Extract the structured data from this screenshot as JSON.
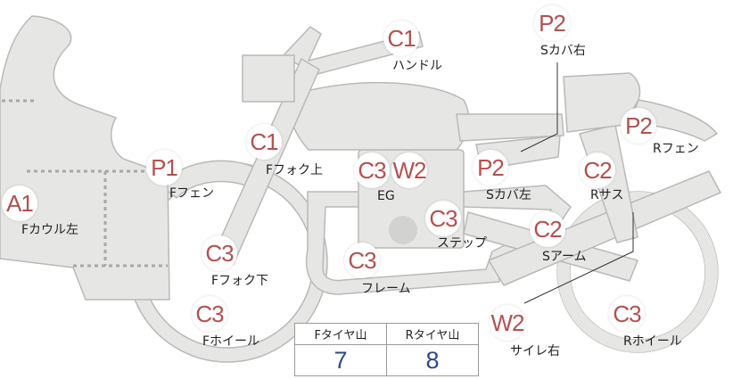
{
  "colors": {
    "part_fill": "#e6e6e4",
    "part_stroke": "#b9b9b7",
    "badge_text": "#b5504f",
    "value_text": "#2c4a86",
    "dotted_line": "#a8a8a8"
  },
  "parts": [
    {
      "id": "f-cowl-left",
      "code": "A1",
      "label": "Fカウル左"
    },
    {
      "id": "f-fender",
      "code": "P1",
      "label": "Fフェン"
    },
    {
      "id": "f-fork-upper",
      "code": "C1",
      "label": "Fフォク上"
    },
    {
      "id": "f-fork-lower",
      "code": "C3",
      "label": "Fフォク下"
    },
    {
      "id": "f-wheel",
      "code": "C3",
      "label": "Fホイール"
    },
    {
      "id": "handle",
      "code": "C1",
      "label": "ハンドル"
    },
    {
      "id": "engine",
      "codes": [
        "C3",
        "W2"
      ],
      "label": "EG"
    },
    {
      "id": "step",
      "code": "C3",
      "label": "ステップ"
    },
    {
      "id": "frame",
      "code": "C3",
      "label": "フレーム"
    },
    {
      "id": "s-cover-left",
      "code": "P2",
      "label": "Sカバ左"
    },
    {
      "id": "s-cover-right",
      "code": "P2",
      "label": "Sカバ右"
    },
    {
      "id": "r-fender",
      "code": "P2",
      "label": "Rフェン"
    },
    {
      "id": "r-sus",
      "code": "C2",
      "label": "Rサス"
    },
    {
      "id": "swingarm",
      "code": "C2",
      "label": "Sアーム"
    },
    {
      "id": "muffler-right",
      "code": "W2",
      "label": "サイレ右"
    },
    {
      "id": "r-wheel",
      "code": "C3",
      "label": "Rホイール"
    }
  ],
  "tread": {
    "front_header": "Fタイヤ山",
    "rear_header": "Rタイヤ山",
    "front_value": "7",
    "rear_value": "8"
  }
}
